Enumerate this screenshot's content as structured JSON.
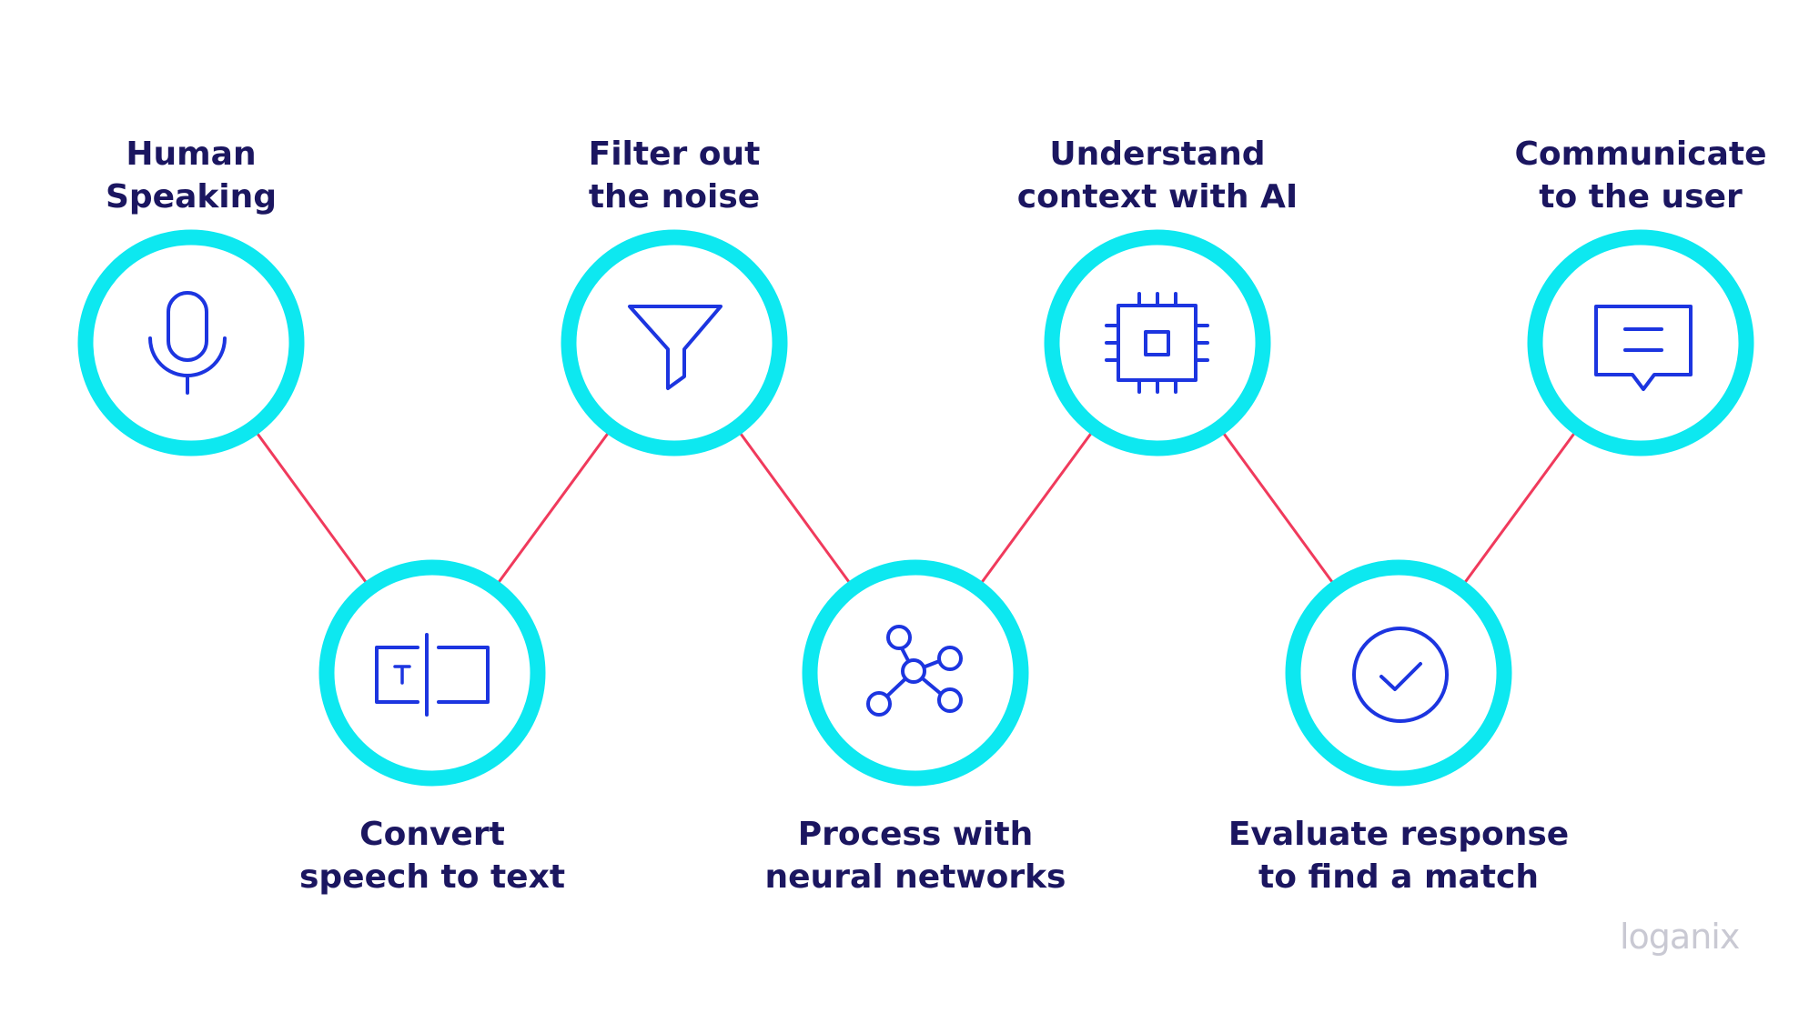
{
  "steps": [
    {
      "lines": [
        "Human",
        "Speaking"
      ],
      "icon": "microphone-icon"
    },
    {
      "lines": [
        "Convert",
        "speech to text"
      ],
      "icon": "speech-to-text-icon"
    },
    {
      "lines": [
        "Filter out",
        "the noise"
      ],
      "icon": "filter-funnel-icon"
    },
    {
      "lines": [
        "Process with",
        "neural networks"
      ],
      "icon": "neural-network-icon"
    },
    {
      "lines": [
        "Understand",
        "context with AI"
      ],
      "icon": "cpu-chip-icon"
    },
    {
      "lines": [
        "Evaluate response",
        "to find a match"
      ],
      "icon": "checkmark-circle-icon"
    },
    {
      "lines": [
        "Communicate",
        "to the user"
      ],
      "icon": "chat-message-icon"
    }
  ],
  "logo": "loganix",
  "colors": {
    "ring": "#0de8f0",
    "connector": "#f03a5c",
    "icon": "#1c35e0",
    "text": "#1b1660",
    "logo": "#c9c9d3"
  }
}
